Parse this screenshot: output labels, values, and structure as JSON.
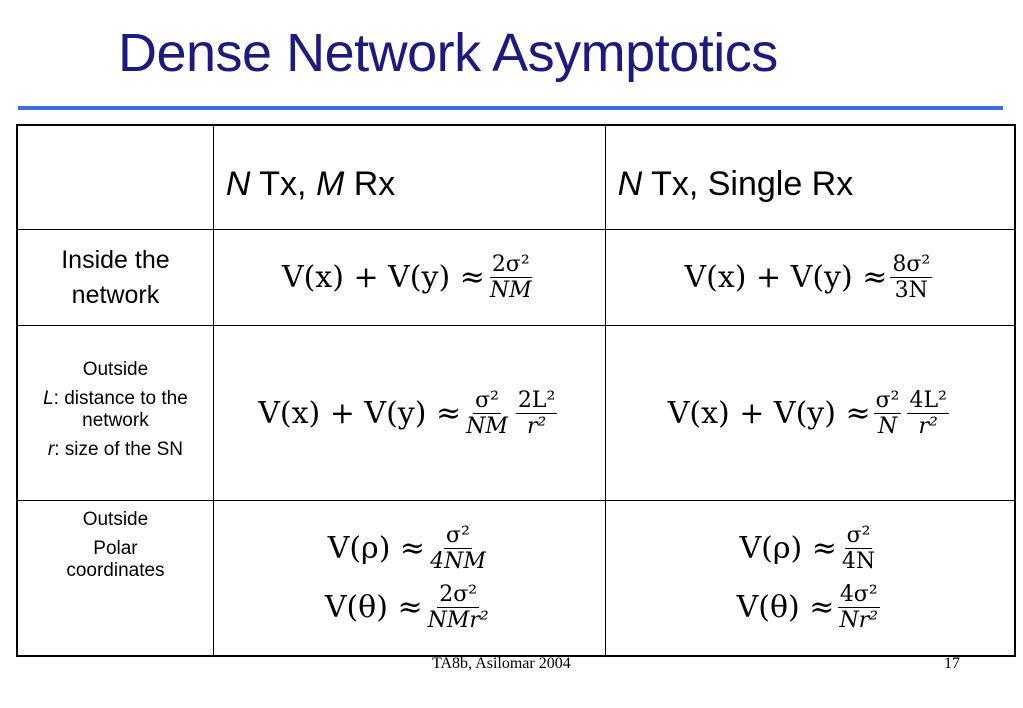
{
  "slide": {
    "title": "Dense Network Asymptotics",
    "footer": "TA8b, Asilomar 2004",
    "page_number": "17",
    "colors": {
      "title": "#1a1a80",
      "rule": "#3a6ee8"
    }
  },
  "table": {
    "headers": {
      "col2": {
        "var1": "N",
        "text1": " Tx, ",
        "var2": "M",
        "text2": " Rx"
      },
      "col3": {
        "var1": "N",
        "text1": " Tx, Single Rx"
      }
    },
    "rows": {
      "inside": {
        "label_line1": "Inside the",
        "label_line2": "network"
      },
      "outside_L": {
        "label_outside": "Outside",
        "label_L_var": "L",
        "label_L_text": ": distance to the network",
        "label_r_var": "r",
        "label_r_text": ": size of the SN"
      },
      "outside_polar": {
        "label_outside": "Outside",
        "label_polar": "Polar coordinates"
      }
    },
    "formulas": {
      "lhs_sum": "V(x) + V(y) ≈",
      "inside_multi": {
        "num": "2σ²",
        "den": "NM"
      },
      "inside_single": {
        "num": "8σ²",
        "den": "3N"
      },
      "outsideL_multi": {
        "num1": "σ²",
        "den1": "NM",
        "num2": "2L²",
        "den2": "r²"
      },
      "outsideL_single": {
        "num1": "σ²",
        "den1": "N",
        "num2": "4L²",
        "den2": "r²"
      },
      "polar_rho_lhs": "V(ρ) ≈",
      "polar_theta_lhs": "V(θ) ≈",
      "polar_multi_rho": {
        "num": "σ²",
        "den": "4NM"
      },
      "polar_multi_theta": {
        "num": "2σ²",
        "den": "NMr²"
      },
      "polar_single_rho": {
        "num": "σ²",
        "den": "4N"
      },
      "polar_single_theta": {
        "num": "4σ²",
        "den": "Nr²"
      }
    }
  }
}
